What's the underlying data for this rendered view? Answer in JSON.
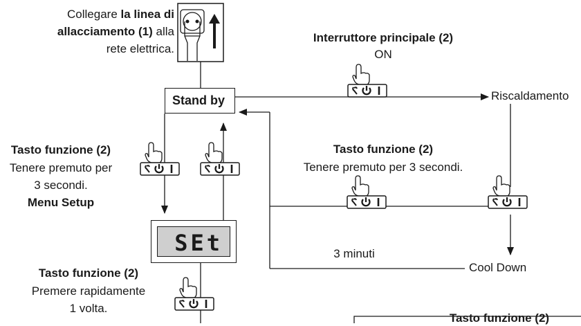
{
  "intro": {
    "line1_plain": "Collegare ",
    "line1_bold": "la linea di",
    "line2_bold": "allacciamento (1)",
    "line2_plain": " alla",
    "line3": "rete elettrica."
  },
  "main_switch": {
    "title": "Interruttore principale (2)",
    "state": "ON"
  },
  "nodes": {
    "standby": "Stand by",
    "riscaldamento": "Riscaldamento",
    "cool_down": "Cool Down",
    "display_text": "SEt"
  },
  "left_function": {
    "title": "Tasto funzione (2)",
    "line1": "Tenere premuto per",
    "line2": "3 secondi.",
    "menu": "Menu Setup"
  },
  "middle_function": {
    "title": "Tasto funzione (2)",
    "line1": "Tenere premuto per 3 secondi."
  },
  "timer_label": "3 minuti",
  "bottom_function": {
    "title": "Tasto funzione (2)",
    "line1": "Premere rapidamente",
    "line2": "1 volta."
  },
  "partial_box_title": "Tasto funzione (2)",
  "icons": [
    "power-plug-icon",
    "up-arrow-icon",
    "wrench-icon",
    "power-icon",
    "hand-pointer-icon"
  ]
}
